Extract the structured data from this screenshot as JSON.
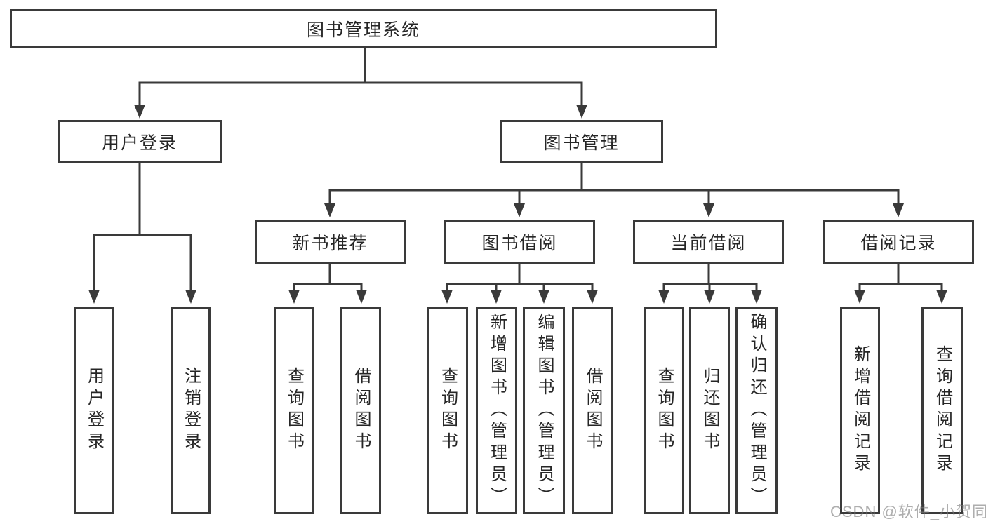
{
  "page": {
    "background": "#ffffff"
  },
  "colors": {
    "line": "#3a3a3a",
    "box_border": "#3a3a3a",
    "text": "#262626",
    "watermark": "#7d7d7d"
  },
  "tree": {
    "root": {
      "label": "图书管理系统"
    },
    "level1": [
      {
        "label": "用户登录",
        "children": [
          {
            "label": "用户登录"
          },
          {
            "label": "注销登录"
          }
        ]
      },
      {
        "label": "图书管理",
        "children": [
          {
            "label": "新书推荐",
            "children": [
              {
                "label": "查询图书"
              },
              {
                "label": "借阅图书"
              }
            ]
          },
          {
            "label": "图书借阅",
            "children": [
              {
                "label": "查询图书"
              },
              {
                "label": "新增图书（管理员）"
              },
              {
                "label": "编辑图书（管理员）"
              },
              {
                "label": "借阅图书"
              }
            ]
          },
          {
            "label": "当前借阅",
            "children": [
              {
                "label": "查询图书"
              },
              {
                "label": "归还图书"
              },
              {
                "label": "确认归还（管理员）"
              }
            ]
          },
          {
            "label": "借阅记录",
            "children": [
              {
                "label": "新增借阅记录"
              },
              {
                "label": "查询借阅记录"
              }
            ]
          }
        ]
      }
    ]
  },
  "watermark": {
    "text": "CSDN @软件_小贺同学"
  }
}
